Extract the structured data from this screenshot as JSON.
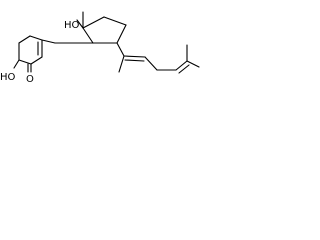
{
  "molecule": {
    "labels": {
      "ring_hydroxyl": "HO",
      "ketone_oxygen": "O",
      "tertiary_hydroxyl": "HO"
    },
    "colors": {
      "bond": "#000000",
      "label": "#000000",
      "background": "#ffffff"
    }
  }
}
